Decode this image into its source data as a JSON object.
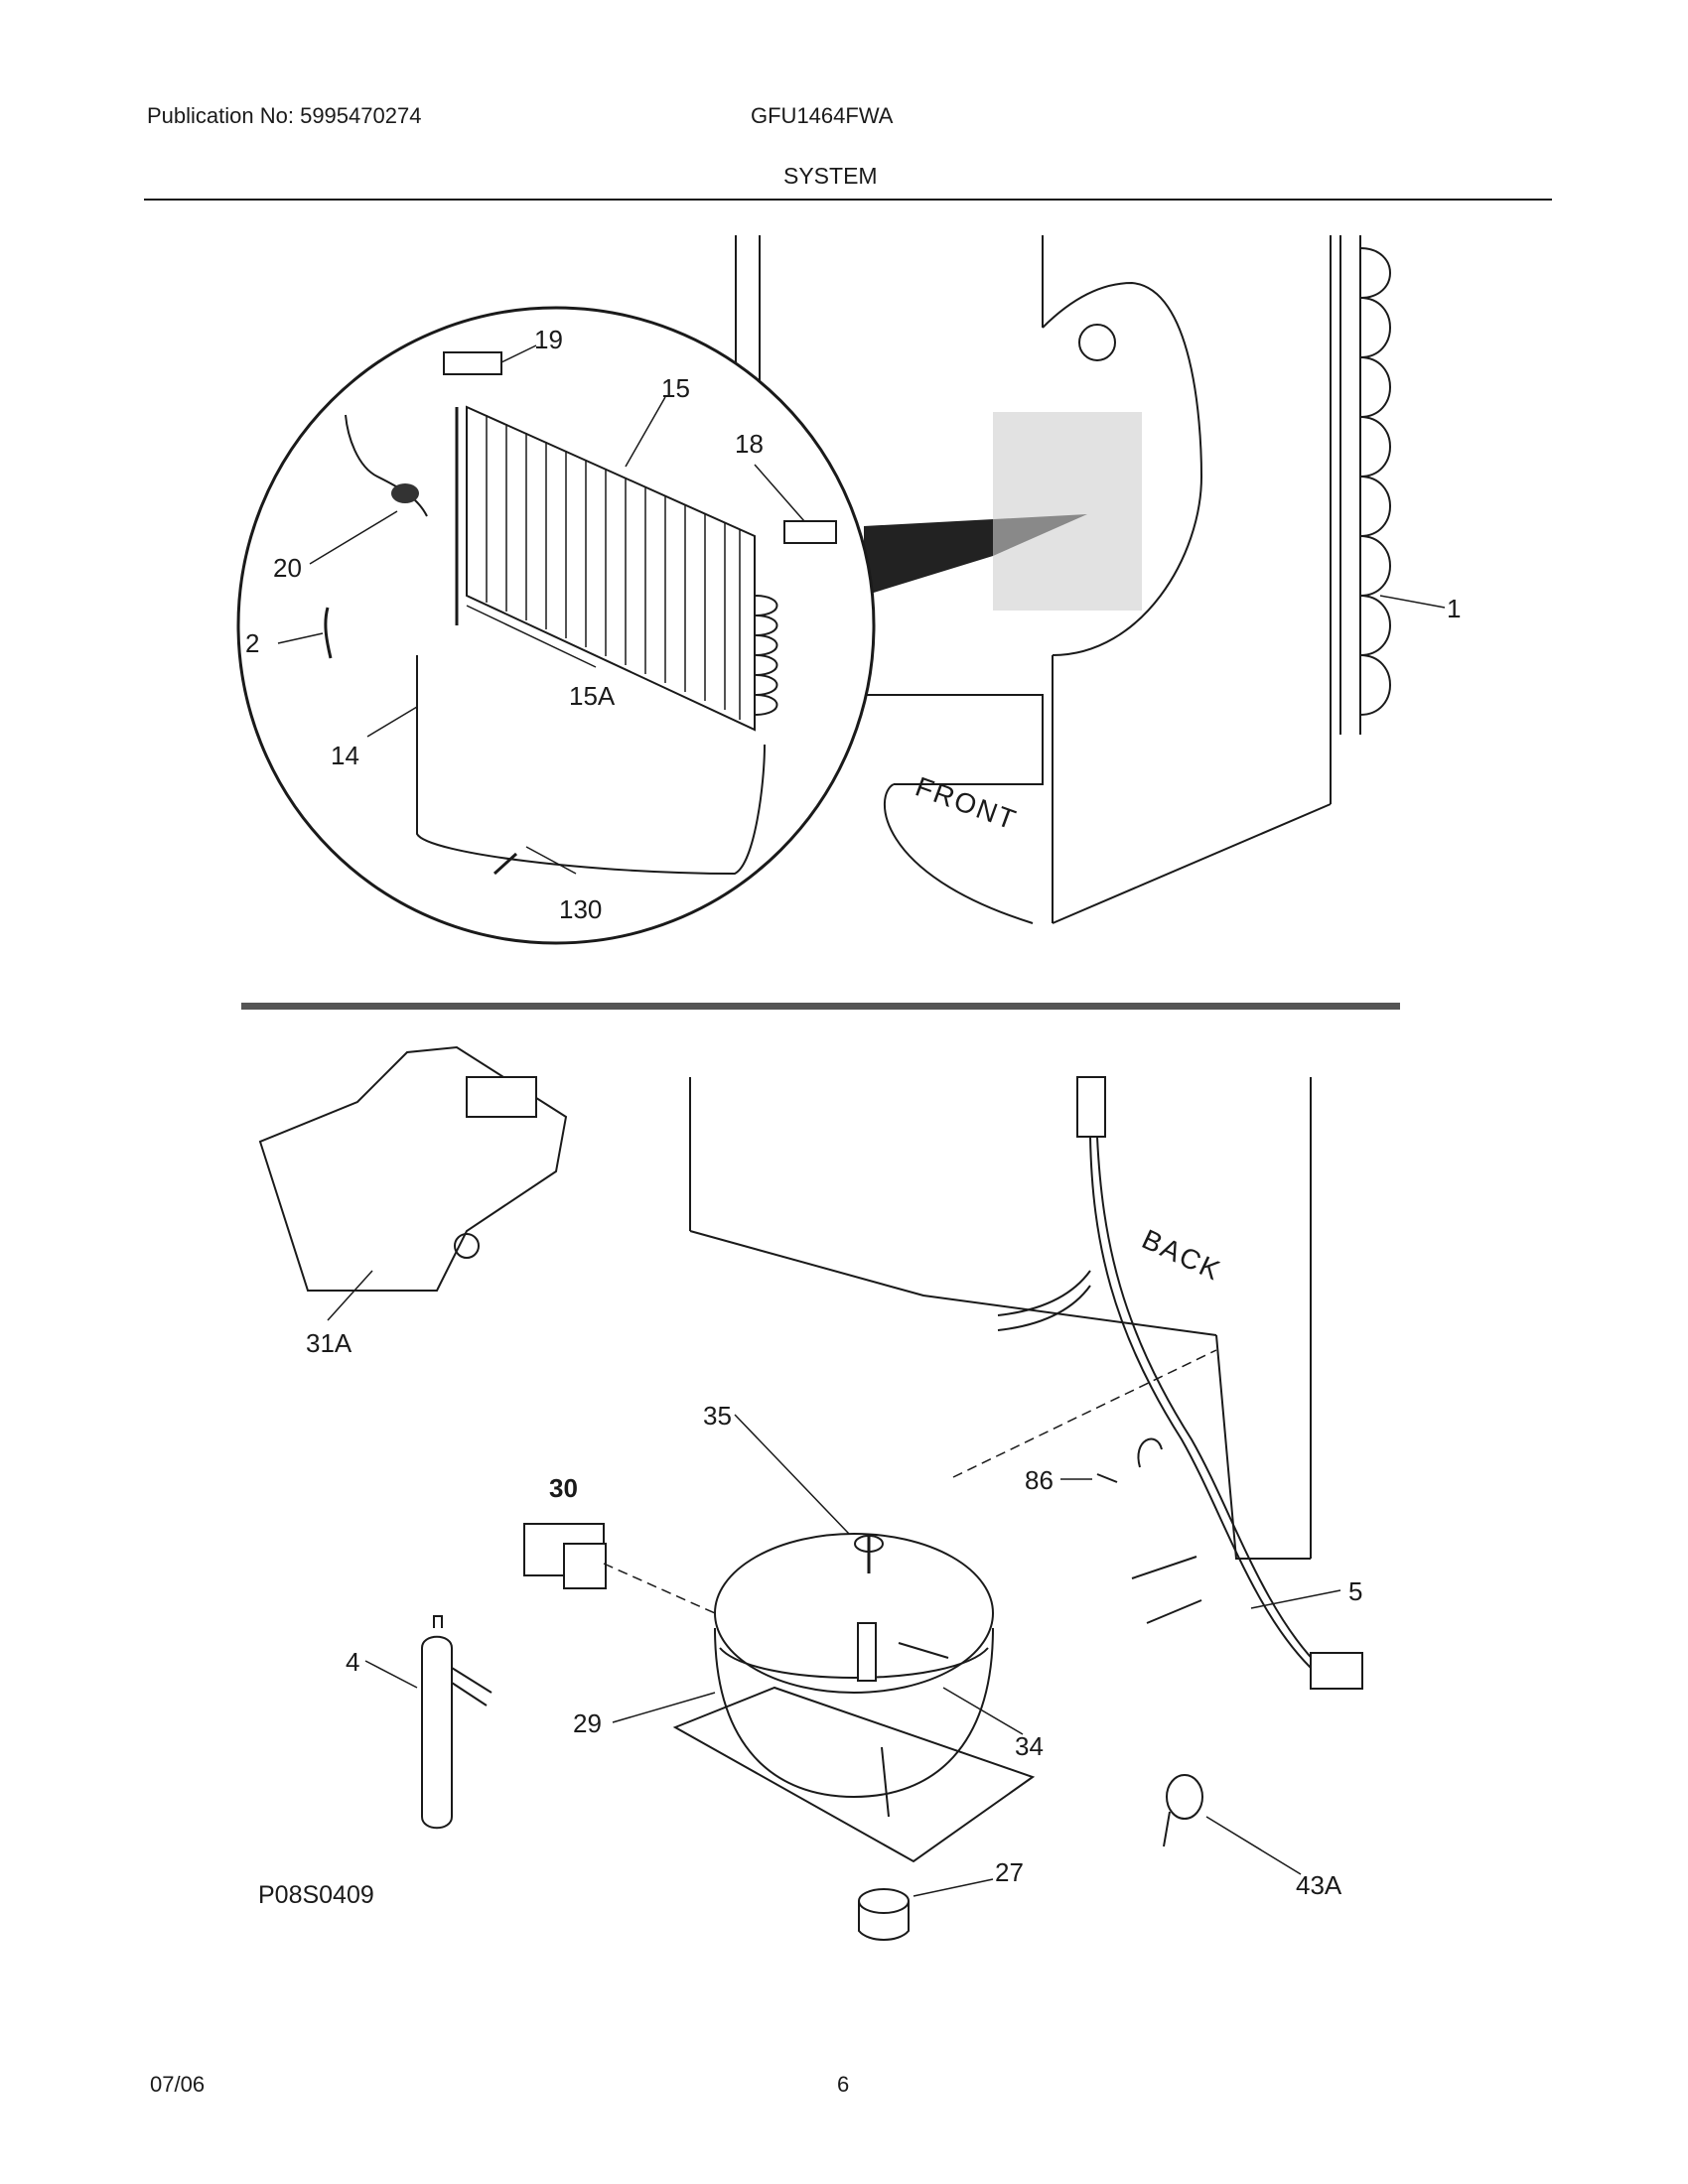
{
  "header": {
    "publication": "Publication No: 5995470274",
    "model": "GFU1464FWA",
    "section": "SYSTEM"
  },
  "footer": {
    "date": "07/06",
    "page": "6"
  },
  "diagram_code": "P08S0409",
  "direction_labels": {
    "front": "FRONT",
    "back": "BACK"
  },
  "parts": {
    "p1": "1",
    "p2": "2",
    "p14": "14",
    "p15": "15",
    "p15a": "15A",
    "p18": "18",
    "p19": "19",
    "p20": "20",
    "p130": "130",
    "p31a": "31A",
    "p35": "35",
    "p30": "30",
    "p86": "86",
    "p5": "5",
    "p4": "4",
    "p29": "29",
    "p34": "34",
    "p27": "27",
    "p43a": "43A"
  }
}
